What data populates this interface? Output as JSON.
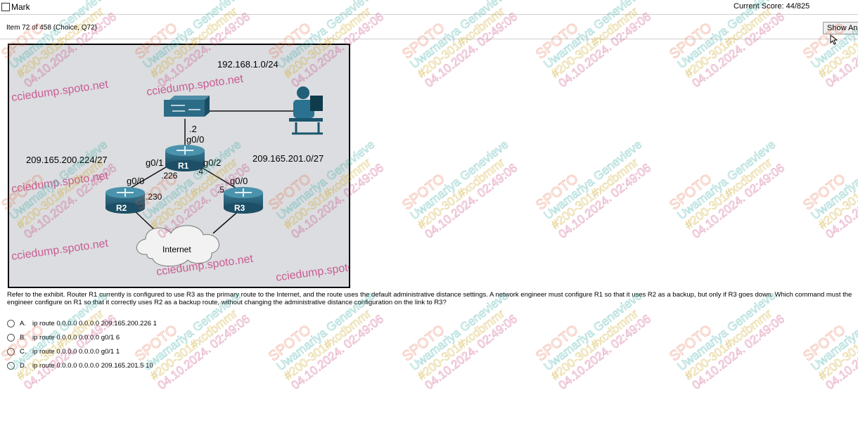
{
  "header": {
    "mark_label": "Mark",
    "score_label": "Current Score: 44/825"
  },
  "item": {
    "info": "Item 72 of 458  (Choice, Q72)",
    "show_answer_label": "Show An"
  },
  "exhibit": {
    "lan_subnet": "192.168.1.0/24",
    "switch_host_octet": ".2",
    "r1_lan_if": "g0/0",
    "r1_label": "R1",
    "r2_label": "R2",
    "r3_label": "R3",
    "r1_left_if": "g0/1",
    "r1_right_if": "g0/2",
    "r1_left_octet": ".226",
    "r1_right_octet": ".4",
    "r2_if": "g0/0",
    "r2_octet": ".230",
    "r3_if": "g0/0",
    "r3_octet": ".5",
    "left_subnet": "209.165.200.224/27",
    "right_subnet": "209.165.201.0/27",
    "internet_label": "Internet",
    "site_text": "cciedump.spoto.net"
  },
  "question": {
    "text": "Refer to the exhibit. Router R1 currently is configured to use R3 as the primary route to the Internet, and the route uses the default administrative distance settings. A network engineer must configure R1 so that it uses R2 as a backup, but only if R3 goes down. Which command must the engineer configure on R1 so that it correctly uses R2 as a backup route, without changing the administrative distance configuration on the link to R3?",
    "options": [
      {
        "letter": "A.",
        "text": "ip route 0.0.0.0 0.0.0.0 209.165.200.226 1"
      },
      {
        "letter": "B.",
        "text": "ip route 0.0.0.0 0.0.0.0 g0/1 6"
      },
      {
        "letter": "C.",
        "text": "ip route 0.0.0.0 0.0.0.0 g0/1 1"
      },
      {
        "letter": "D.",
        "text": "ip route 0.0.0.0 0.0.0.0 209.165.201.5 10"
      }
    ]
  },
  "watermark": {
    "lines": [
      "SPOTO",
      "Uwamariya Genevieve",
      "#200-301#xcdbmmr",
      "04.10.2024. 02:49:06"
    ]
  }
}
